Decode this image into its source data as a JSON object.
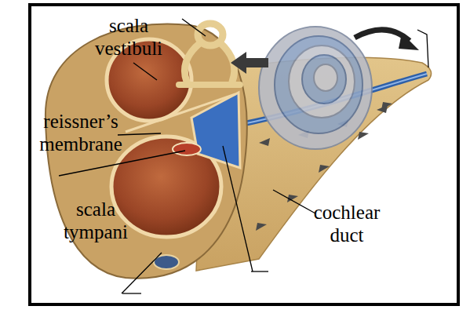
{
  "diagram": {
    "labels": [
      "scala vestibuli",
      "reissner’s membrane",
      "scala tympani",
      "cochlear duct"
    ]
  }
}
